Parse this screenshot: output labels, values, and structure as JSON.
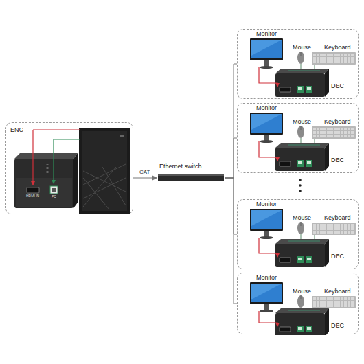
{
  "diagram": {
    "nodes": [
      {
        "text": [
          "ENC"
        ]
      },
      {
        "text": [
          "Ethernet switch"
        ]
      },
      {
        "text": [
          "Monitor",
          "Mouse",
          "Keyboard",
          "DEC"
        ]
      },
      {
        "text": [
          "Monitor",
          "Mouse",
          "Keyboard",
          "DEC"
        ]
      },
      {
        "text": [
          "Monitor",
          "Mouse",
          "Keyboard",
          "DEC"
        ]
      },
      {
        "text": [
          "Monitor",
          "Mouse",
          "Keyboard",
          "DEC"
        ]
      }
    ],
    "edges": [
      {
        "from": 0,
        "to": 1,
        "label": "CAT",
        "arrow": "to"
      },
      {
        "from": 1,
        "to": 2,
        "arrow": "none"
      },
      {
        "from": 1,
        "to": 3,
        "arrow": "none"
      },
      {
        "from": 1,
        "to": 4,
        "arrow": "none"
      },
      {
        "from": 1,
        "to": 5,
        "arrow": "none"
      }
    ],
    "labels": [
      "HDMI IN",
      "PC"
    ]
  }
}
